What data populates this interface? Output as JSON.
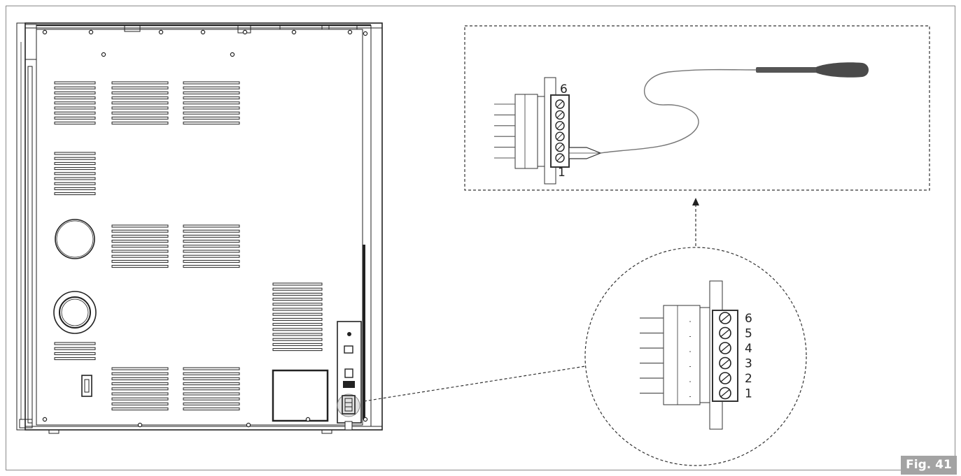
{
  "figure": {
    "label": "Fig. 41"
  },
  "detail_connector": {
    "pin_numbers": [
      "6",
      "5",
      "4",
      "3",
      "2",
      "1"
    ]
  },
  "probe_connector": {
    "top_pin_label": "6",
    "bottom_pin_label": "1"
  }
}
